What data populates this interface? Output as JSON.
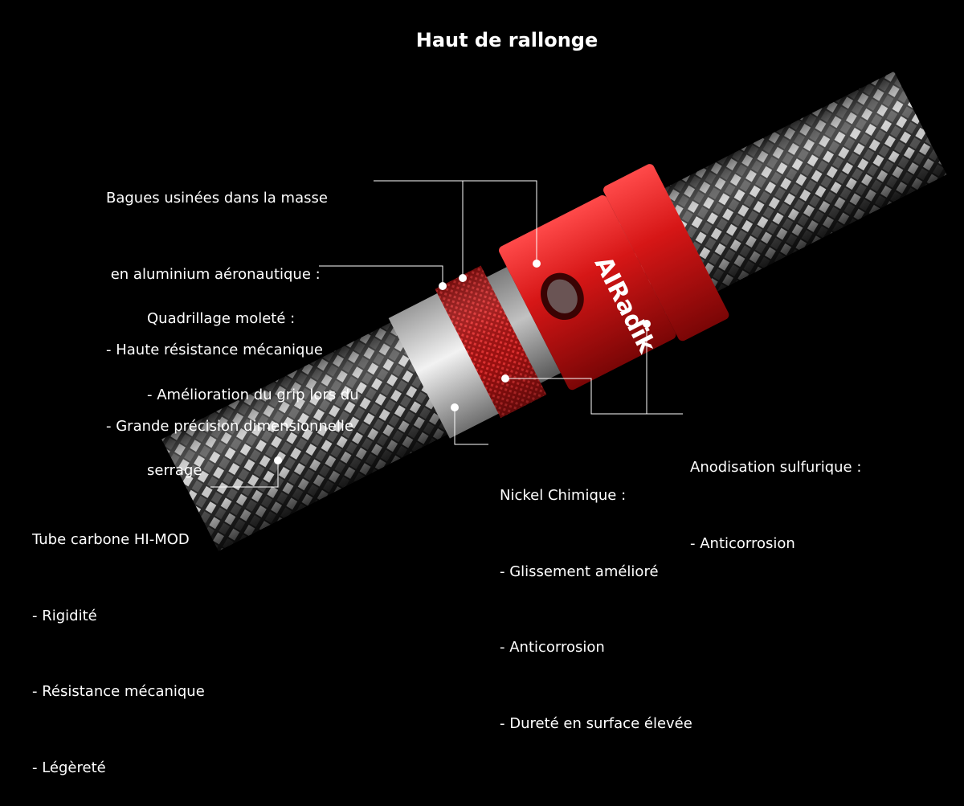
{
  "title": "Haut de rallonge",
  "logo_text": "AIRadik",
  "colors": {
    "background": "#000000",
    "anodized_red": "#d81818",
    "nickel": "#c9c9c9",
    "leader": "#ffffff"
  },
  "annotations": {
    "bagues": {
      "lines": [
        "Bagues usinées dans la masse",
        " en aluminium aéronautique :",
        "- Haute résistance mécanique",
        "- Grande précision dimensionnelle"
      ]
    },
    "quadrillage": {
      "lines": [
        "Quadrillage moleté :",
        "- Amélioration du grip lors du",
        "serrage"
      ]
    },
    "tube": {
      "lines": [
        "Tube carbone HI-MOD",
        "- Rigidité",
        "- Résistance mécanique",
        "- Légèreté"
      ]
    },
    "nickel": {
      "lines": [
        "Nickel Chimique :",
        "- Glissement amélioré",
        "- Anticorrosion",
        "- Dureté en surface élevée"
      ]
    },
    "anodisation": {
      "lines": [
        "Anodisation sulfurique :",
        "- Anticorrosion"
      ]
    }
  }
}
